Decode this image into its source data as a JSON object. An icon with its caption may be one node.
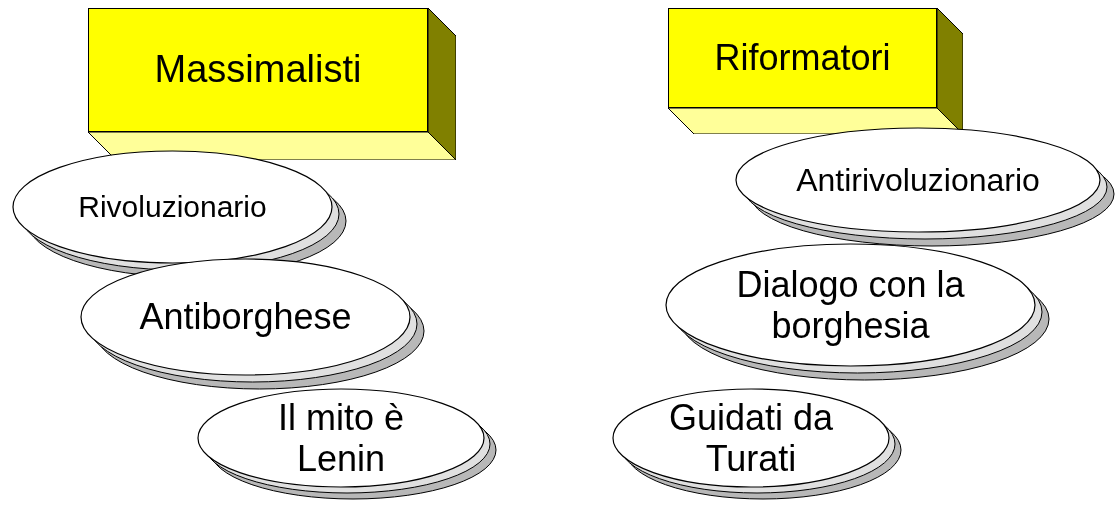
{
  "diagram": {
    "nodes": [
      {
        "text": [
          "Massimalisti"
        ]
      },
      {
        "text": [
          "Rivoluzionario"
        ]
      },
      {
        "text": [
          "Antiborghese"
        ]
      },
      {
        "text": [
          "Il mito è Lenin"
        ]
      },
      {
        "text": [
          "Riformatori"
        ]
      },
      {
        "text": [
          "Antirivoluzionario"
        ]
      },
      {
        "text": [
          "Dialogo con la borghesia"
        ]
      },
      {
        "text": [
          "Guidati da Turati"
        ]
      }
    ]
  }
}
